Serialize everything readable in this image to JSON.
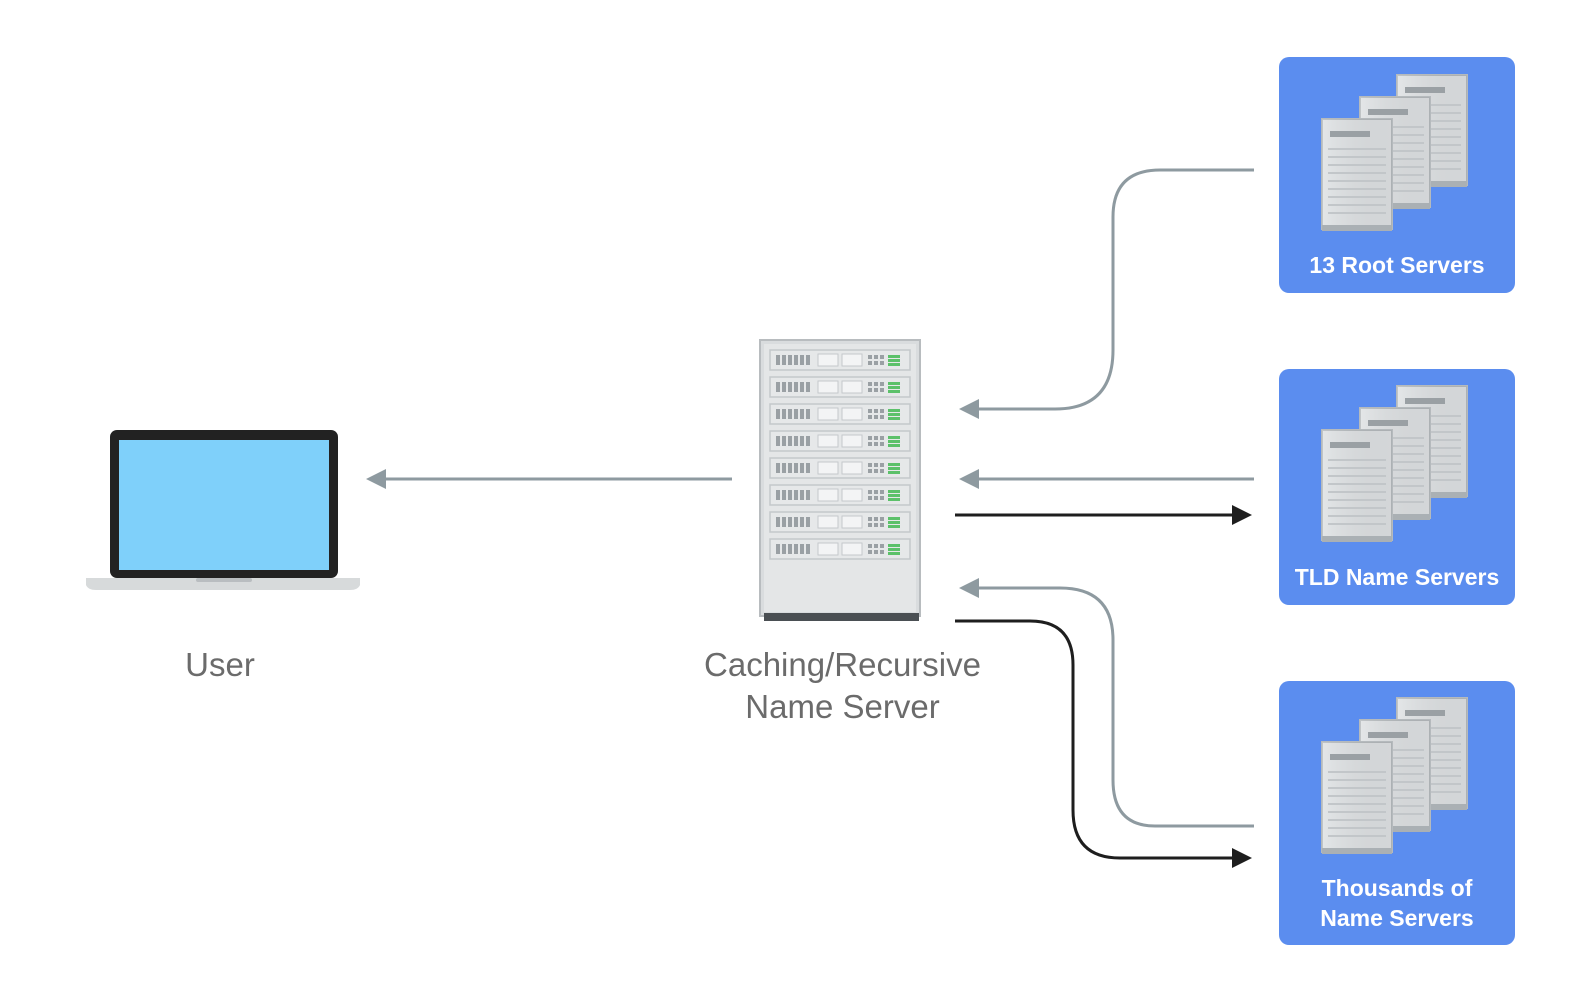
{
  "nodes": {
    "user": {
      "label": "User"
    },
    "resolver": {
      "label_line1": "Caching/Recursive",
      "label_line2": "Name Server"
    },
    "root": {
      "label": "13 Root Servers"
    },
    "tld": {
      "label": "TLD Name Servers"
    },
    "authoritative": {
      "label_line1": "Thousands of",
      "label_line2": "Name Servers"
    }
  },
  "colors": {
    "card": "#5b8def",
    "screen": "#7fd0fa",
    "laptop_frame": "#222222",
    "reply_arrow": "#8e9aa0",
    "query_arrow": "#1e1e1e",
    "label_text": "#6b6b6b"
  },
  "arrows": [
    {
      "from": "root",
      "to": "resolver",
      "kind": "reply"
    },
    {
      "from": "tld",
      "to": "resolver",
      "kind": "reply"
    },
    {
      "from": "resolver",
      "to": "tld",
      "kind": "query"
    },
    {
      "from": "authoritative",
      "to": "resolver",
      "kind": "reply"
    },
    {
      "from": "resolver",
      "to": "authoritative",
      "kind": "query"
    },
    {
      "from": "resolver",
      "to": "user",
      "kind": "reply"
    }
  ]
}
